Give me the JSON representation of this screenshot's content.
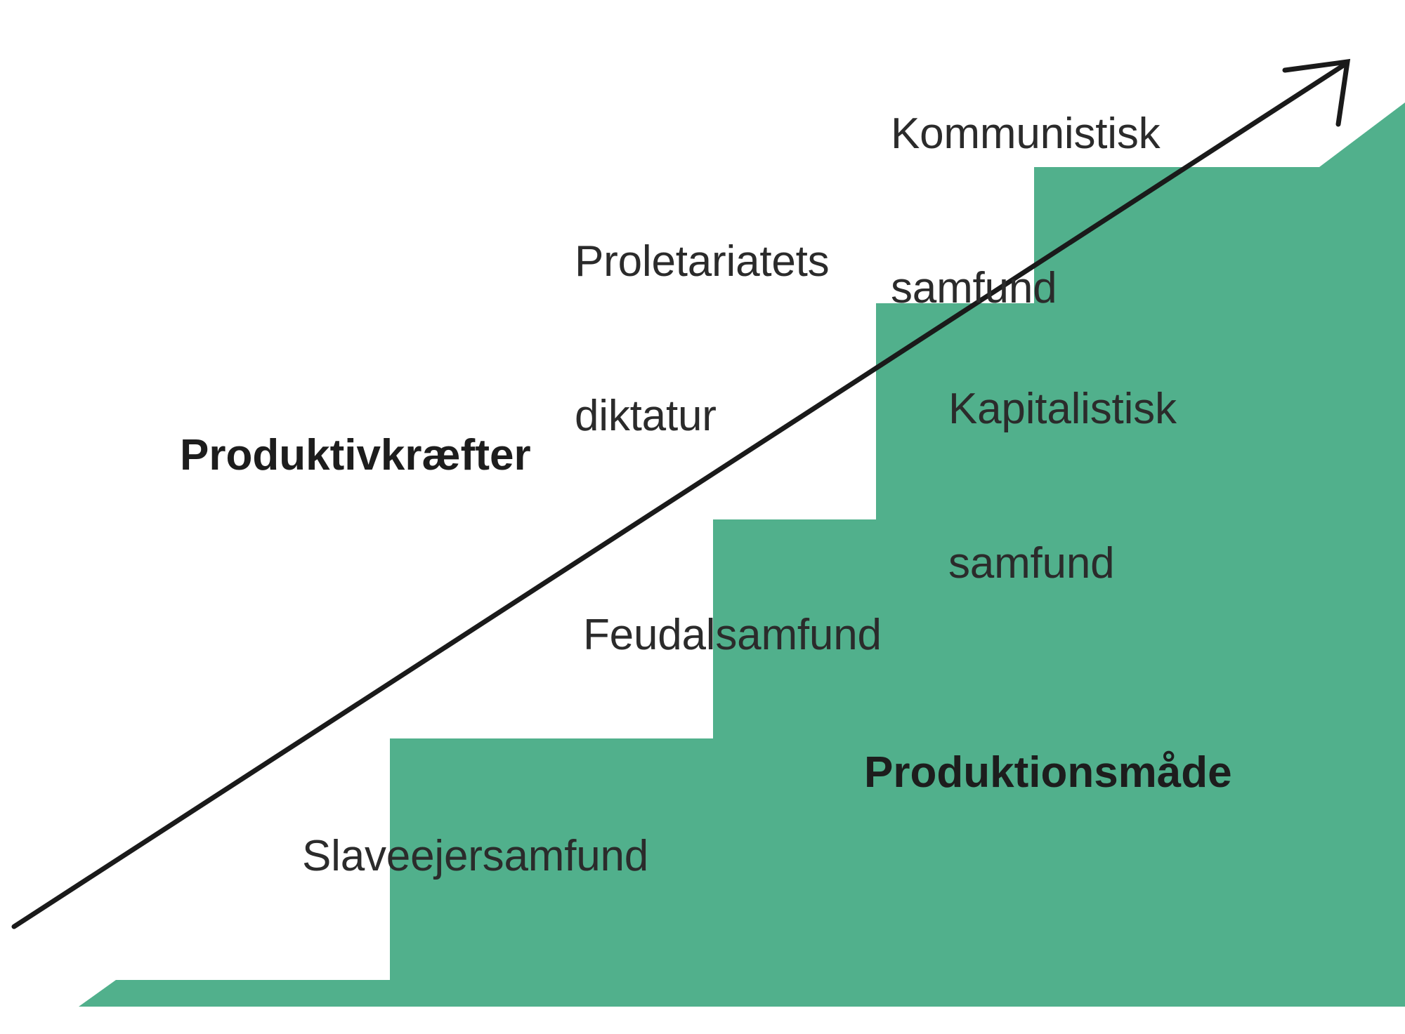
{
  "diagram": {
    "title_hidden": "",
    "language": "da",
    "colors": {
      "step_green": "#51b08c",
      "background": "#ffffff",
      "text": "#2b2b2b",
      "arrow": "#1a1a1a"
    },
    "axis_labels": {
      "productive_forces": "Produktivkræfter",
      "mode_of_production": "Produktionsmåde"
    },
    "stages": [
      {
        "key": "slave",
        "label": "Slaveejersamfund"
      },
      {
        "key": "feudal",
        "label": "Feudalsamfund"
      },
      {
        "key": "capitalist",
        "label": "Kapitalistisk\nsamfund"
      },
      {
        "key": "dictatorship",
        "label": "Proletariatets\ndiktatur"
      },
      {
        "key": "communist",
        "label": "Kommunistisk\nsamfund"
      }
    ],
    "stage_labels": {
      "communist_line1": "Kommunistisk",
      "communist_line2": "samfund",
      "dictatorship_line1": "Proletariatets",
      "dictatorship_line2": "diktatur",
      "capitalist_line1": "Kapitalistisk",
      "capitalist_line2": "samfund",
      "feudal": "Feudalsamfund",
      "slave": "Slaveejersamfund"
    },
    "arrow": {
      "name": "growth-arrow",
      "from": [
        20,
        1320
      ],
      "to": [
        1918,
        88
      ],
      "direction": "up-right"
    },
    "chart_data": {
      "type": "area",
      "title": "",
      "xlabel": "Produktivkræfter",
      "ylabel": "Produktionsmåde",
      "grid": false,
      "legend": "none",
      "categories": [
        "Slaveejersamfund",
        "Feudalsamfund",
        "Kapitalistisk samfund",
        "Kommunistisk samfund"
      ],
      "values": [
        1,
        2,
        3,
        4
      ],
      "annotations": [
        "Produktivkræfter",
        "Produktionsmåde",
        "Slaveejersamfund",
        "Feudalsamfund",
        "Kapitalistisk samfund",
        "Proletariatets diktatur",
        "Kommunistisk samfund"
      ]
    }
  }
}
